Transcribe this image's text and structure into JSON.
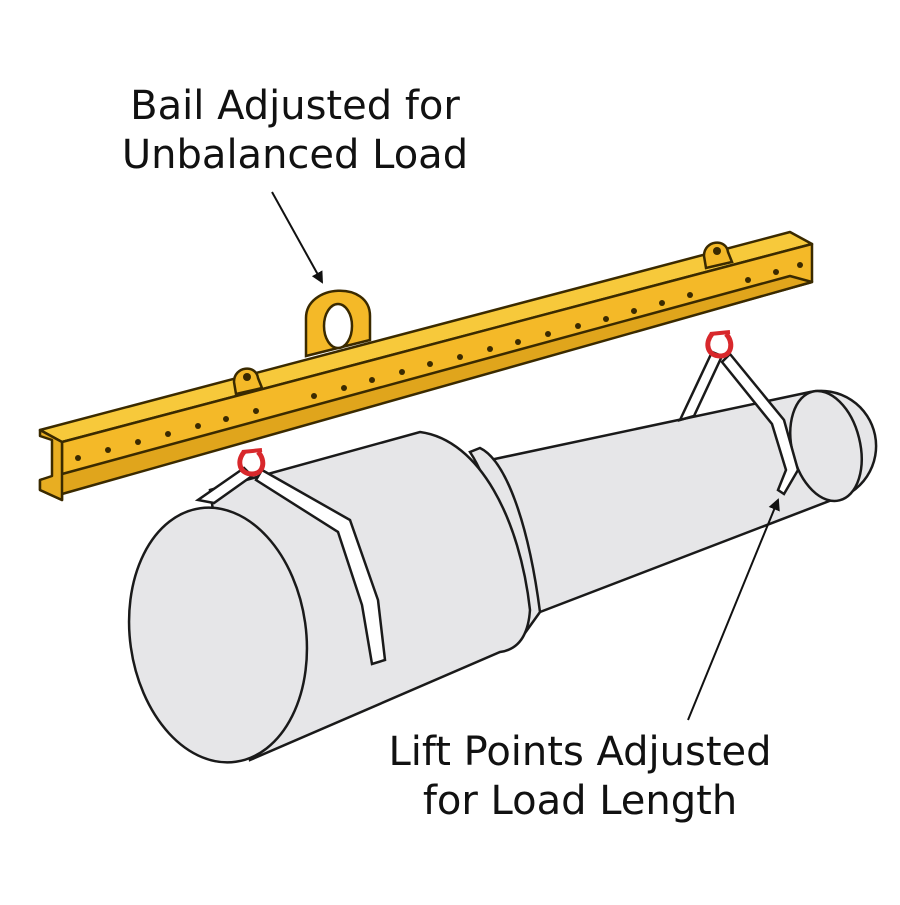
{
  "callouts": {
    "bail": {
      "line1": "Bail Adjusted for",
      "line2": "Unbalanced Load"
    },
    "lift_points": {
      "line1": "Lift Points Adjusted",
      "line2": "for Load Length"
    }
  },
  "colors": {
    "beam": "#F4B928",
    "beam_outline": "#7A5A10",
    "shackle": "#D8282C",
    "load": "#E6E6E8",
    "sling": "#FFFFFF",
    "text": "#111111"
  },
  "icons": {
    "bail": "lifting-bail-icon",
    "shackle": "shackle-icon",
    "lug": "lifting-lug-icon"
  }
}
